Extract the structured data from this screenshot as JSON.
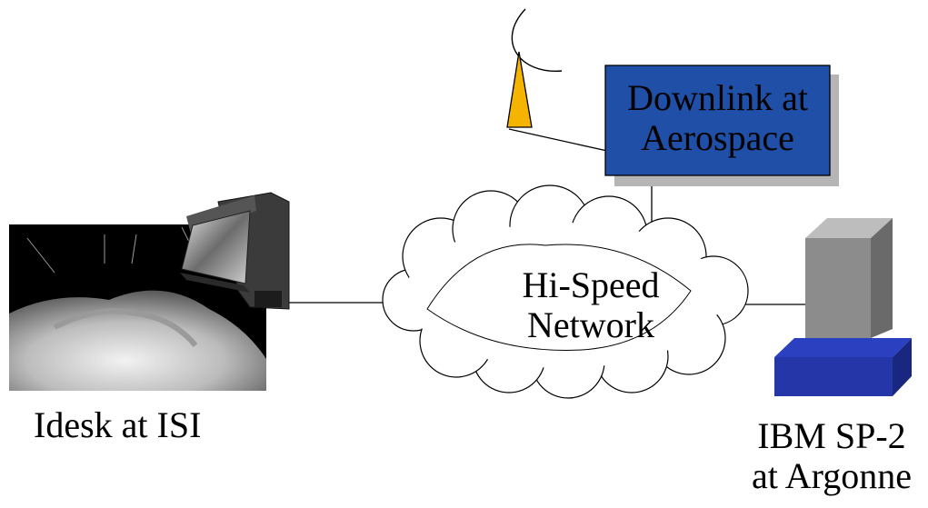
{
  "nodes": {
    "idesk": {
      "label": "Idesk at ISI"
    },
    "network": {
      "line1": "Hi-Speed",
      "line2": "Network"
    },
    "downlink": {
      "line1": "Downlink at",
      "line2": "Aerospace"
    },
    "ibm": {
      "line1": "IBM SP-2",
      "line2": "at Argonne"
    },
    "antenna": {},
    "satellite": {}
  },
  "colors": {
    "downlink_fill": "#1f4fa6",
    "downlink_shadow": "#b5b5b5",
    "antenna_fill": "#f4b400",
    "ibm_tower_front": "#8c8c8c",
    "ibm_tower_side": "#6a6a6a",
    "ibm_tower_top": "#bdbdbd",
    "ibm_base": "#2436a8",
    "line": "#000000"
  }
}
